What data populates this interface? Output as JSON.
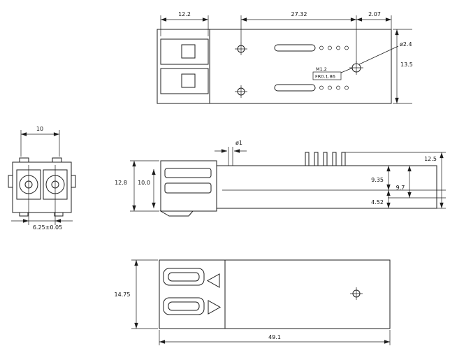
{
  "page": {
    "background": "#ffffff",
    "line_color": "#1c1c1c",
    "content_type": "mechanical-dimension-drawing"
  },
  "drawing": {
    "views": {
      "top": {
        "dims": {
          "front_width": "12.2",
          "hole_span": "27.32",
          "edge_offset": "2.07",
          "hole_diameter": "ø2.4",
          "body_width": "13.5",
          "thread_callout": "M1.2",
          "thread_note": "FR0.1.86"
        }
      },
      "front": {
        "dims": {
          "width": "10",
          "port_pitch": "6.25±0.05"
        }
      },
      "side": {
        "dims": {
          "pin_diameter": "ø1",
          "front_height": "12.8",
          "inner_height": "10.0",
          "overall_height": "12.5",
          "upper_height": "9.35",
          "mid_height": "9.7",
          "lower_height": "4.52"
        }
      },
      "bottom": {
        "dims": {
          "height": "14.75",
          "overall_length": "49.1"
        }
      }
    }
  }
}
